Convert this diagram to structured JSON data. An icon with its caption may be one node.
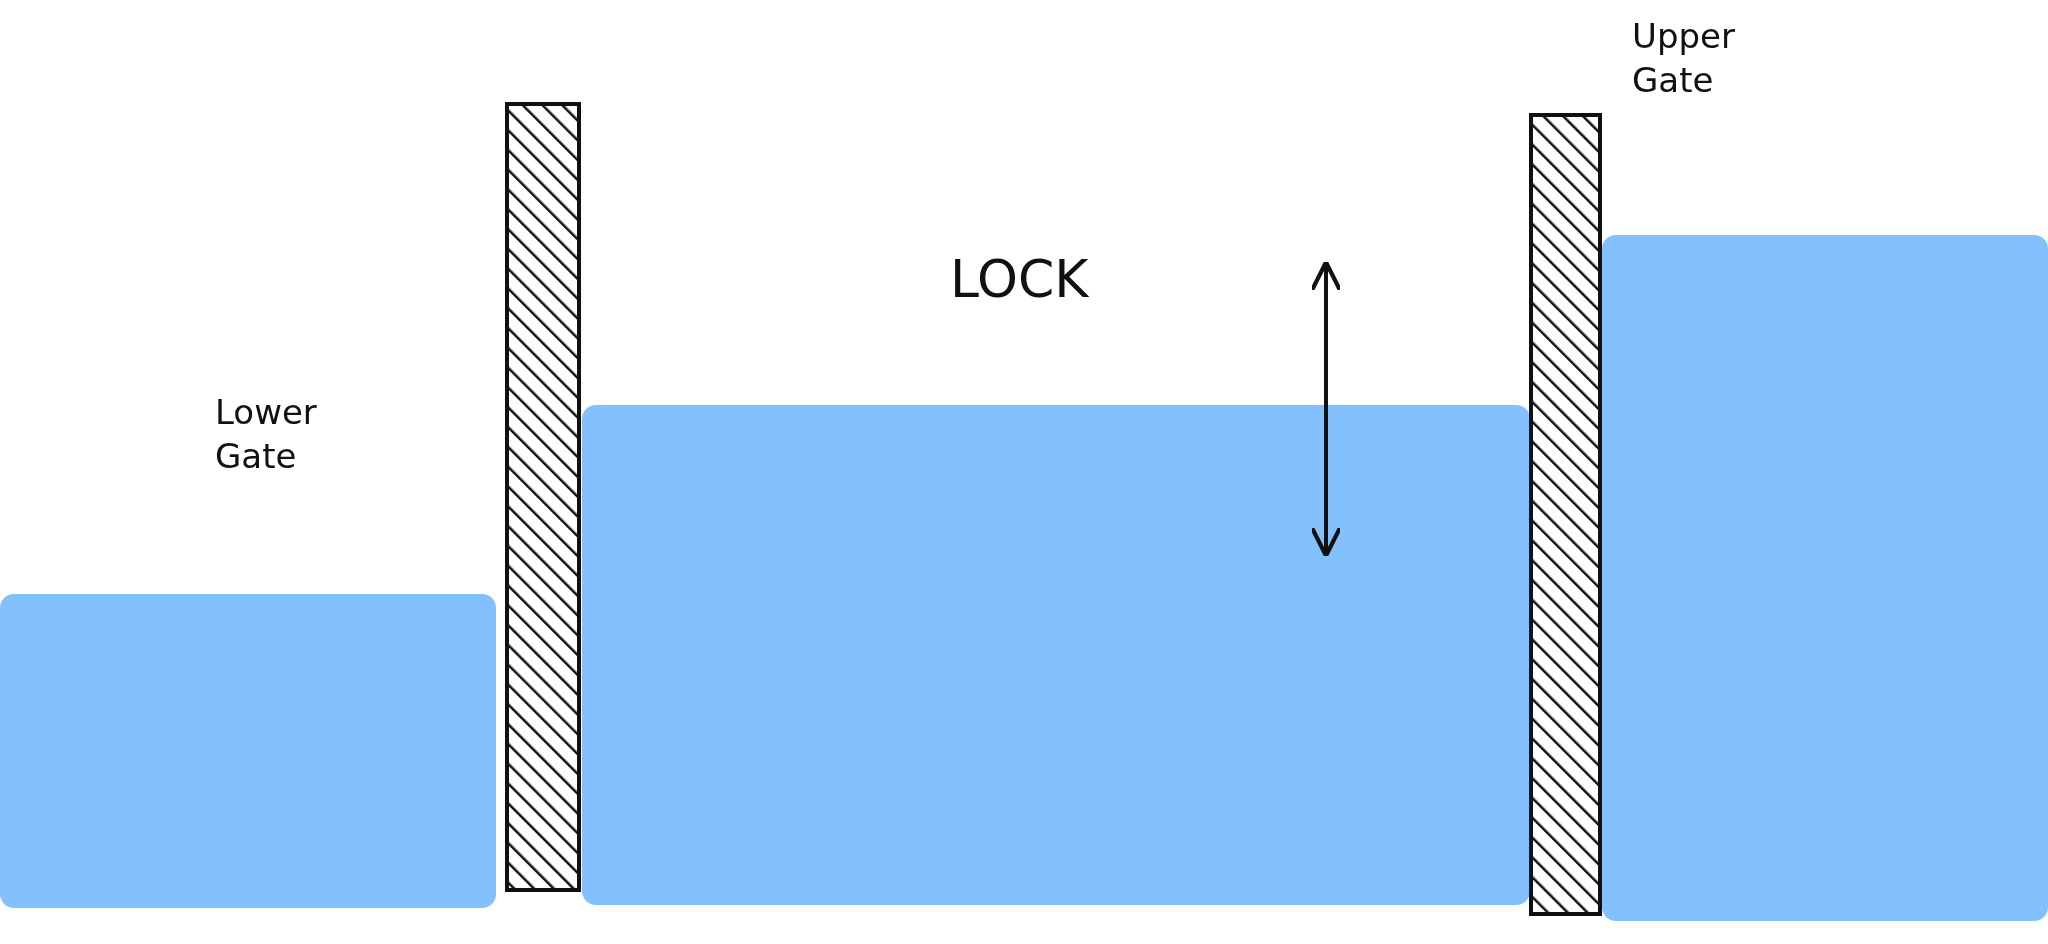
{
  "diagram": {
    "labels": [
      "Upper Gate",
      "LOCK",
      "Lower Gate"
    ]
  }
}
